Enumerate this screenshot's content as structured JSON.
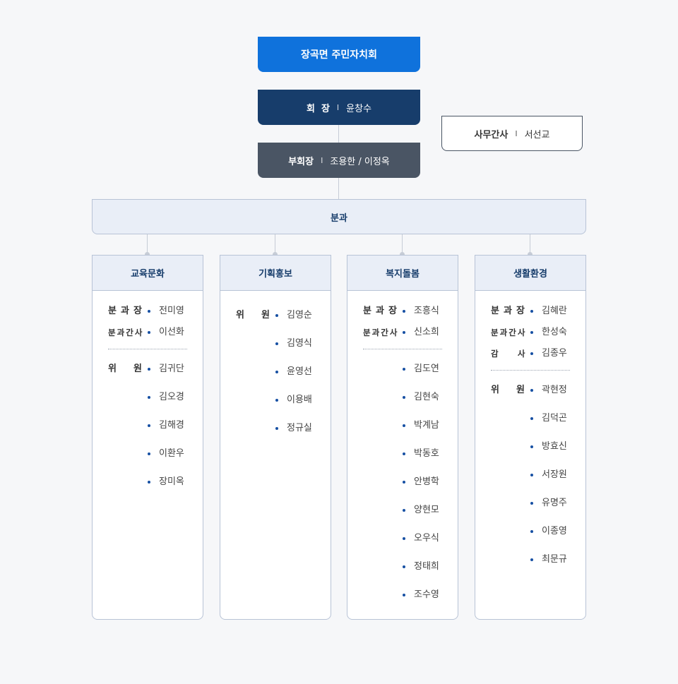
{
  "org_title": "장곡면 주민자치회",
  "chairman": {
    "role": "회  장",
    "name": "윤창수"
  },
  "vice_chairman": {
    "role": "부회장",
    "names": "조용한 / 이정옥"
  },
  "secretary": {
    "role": "사무간사",
    "name": "서선교"
  },
  "division_header": "분과",
  "separator": "I",
  "divisions": [
    {
      "name": "교육문화",
      "leads": [
        {
          "role": "분과장",
          "name": "전미영"
        },
        {
          "role": "분과간사",
          "name": "이선화"
        }
      ],
      "members_label": "위  원",
      "members": [
        "김귀단",
        "김오경",
        "김해경",
        "이환우",
        "장미옥"
      ]
    },
    {
      "name": "기획홍보",
      "leads": [],
      "members_label": "위  원",
      "members": [
        "김영순",
        "김영식",
        "윤영선",
        "이용배",
        "정규실"
      ]
    },
    {
      "name": "복지돌봄",
      "leads": [
        {
          "role": "분과장",
          "name": "조흥식"
        },
        {
          "role": "분과간사",
          "name": "신소희"
        }
      ],
      "members_label": "",
      "members": [
        "김도연",
        "김현숙",
        "박계남",
        "박동호",
        "안병학",
        "양현모",
        "오우식",
        "정태희",
        "조수영"
      ]
    },
    {
      "name": "생활환경",
      "leads": [
        {
          "role": "분과장",
          "name": "김혜란"
        },
        {
          "role": "분과간사",
          "name": "한성숙"
        },
        {
          "role": "감  사",
          "name": "김종우"
        }
      ],
      "members_label": "위  원",
      "members": [
        "곽현정",
        "김덕곤",
        "방효신",
        "서장원",
        "유명주",
        "이종영",
        "최문규"
      ]
    }
  ]
}
